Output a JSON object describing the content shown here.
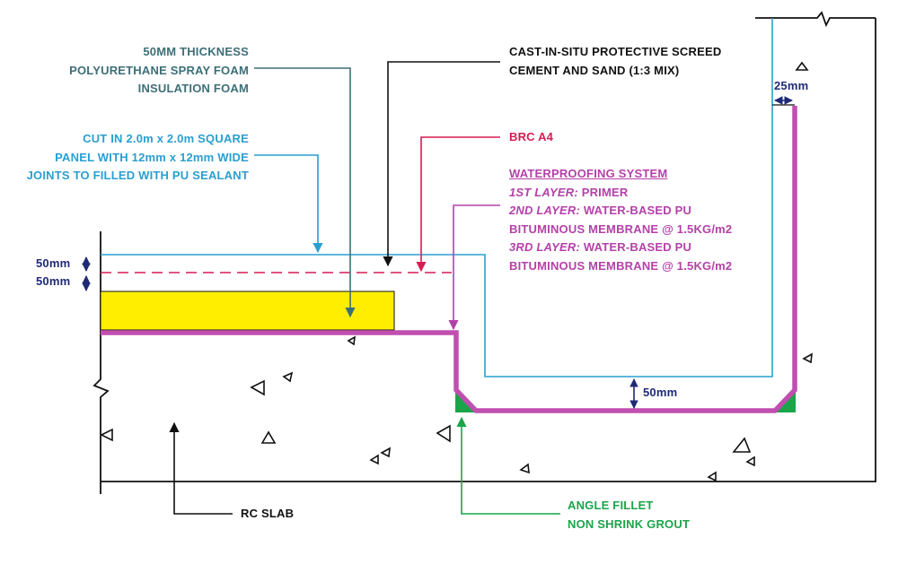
{
  "labels": {
    "insulation": {
      "line1": "50MM THICKNESS",
      "line2": "POLYURETHANE SPRAY FOAM",
      "line3": "INSULATION FOAM"
    },
    "screed": {
      "line1": "CAST-IN-SITU PROTECTIVE SCREED",
      "line2": "CEMENT AND SAND (1:3 MIX)"
    },
    "panel": {
      "line1": "CUT IN 2.0m x 2.0m SQUARE",
      "line2": "PANEL WITH 12mm x 12mm WIDE",
      "line3": "JOINTS TO FILLED WITH PU SEALANT"
    },
    "brc": "BRC A4",
    "waterproofing": {
      "title": "WATERPROOFING SYSTEM",
      "layer1_prefix": "1ST LAYER:",
      "layer1_text": " PRIMER",
      "layer2_prefix": "2ND LAYER:",
      "layer2_text": " WATER-BASED PU",
      "layer2_line2": "BITUMINOUS MEMBRANE @ 1.5KG/m2",
      "layer3_prefix": "3RD LAYER:",
      "layer3_text": " WATER-BASED PU",
      "layer3_line2": "BITUMINOUS MEMBRANE @ 1.5KG/m2"
    },
    "rc_slab": "RC SLAB",
    "fillet": {
      "line1": "ANGLE FILLET",
      "line2": "NON SHRINK GROUT"
    }
  },
  "dimensions": {
    "screed_thickness": "50mm",
    "brc_depth": "50mm",
    "pit_screed": "50mm",
    "upstand_gap": "25mm"
  },
  "colors": {
    "membrane": "#c04fb0",
    "insulation": "#ffee00",
    "screed_line": "#2a9fd0",
    "brc_line": "#d81b52",
    "fillet": "#1aa54a",
    "dimension": "#1f2a75",
    "outline": "#111111",
    "teal_leader": "#3d6f77"
  }
}
